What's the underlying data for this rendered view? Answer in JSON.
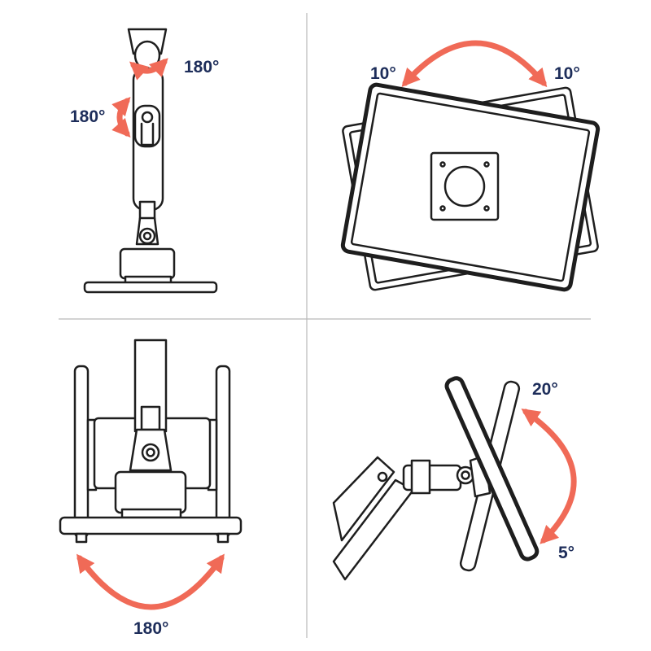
{
  "colors": {
    "label_text": "#1d2d5a",
    "arrow": "#f06a57",
    "outline": "#1e1e1e"
  },
  "panels": {
    "top_left": {
      "label_upper": "180°",
      "label_lower": "180°"
    },
    "top_right": {
      "label_left": "10°",
      "label_right": "10°"
    },
    "bottom_left": {
      "label_bottom": "180°"
    },
    "bottom_right": {
      "label_top": "20°",
      "label_bottom": "5°"
    }
  }
}
